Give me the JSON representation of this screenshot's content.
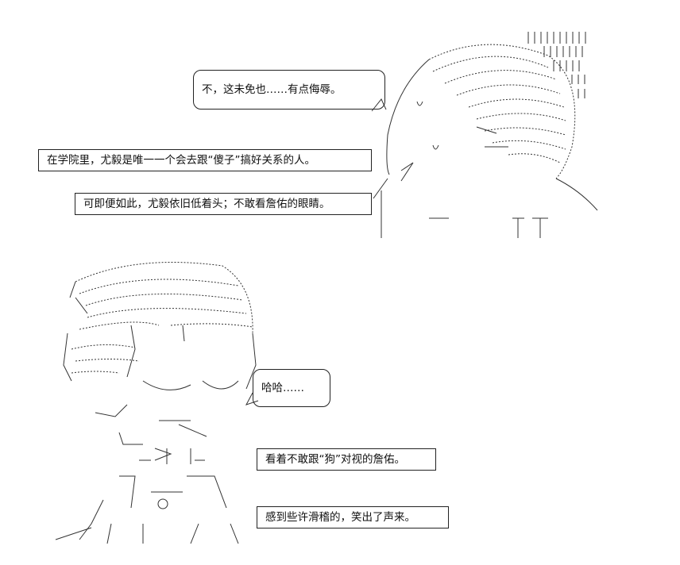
{
  "captions": {
    "bubble_top": "不，这未免也……有点侮辱。",
    "caption_1": "在学院里，尤毅是唯一一个会去跟“傻子”搞好关系的人。",
    "caption_2": "可即便如此，尤毅依旧低着头；不敢看詹佑的眼睛。",
    "bubble_haha": "哈哈……",
    "caption_3": "看着不敢跟“狗”对视的詹佑。",
    "caption_4": "感到些许滑稽的，笑出了声来。"
  },
  "colors": {
    "ink": "#222222",
    "background": "#ffffff"
  }
}
